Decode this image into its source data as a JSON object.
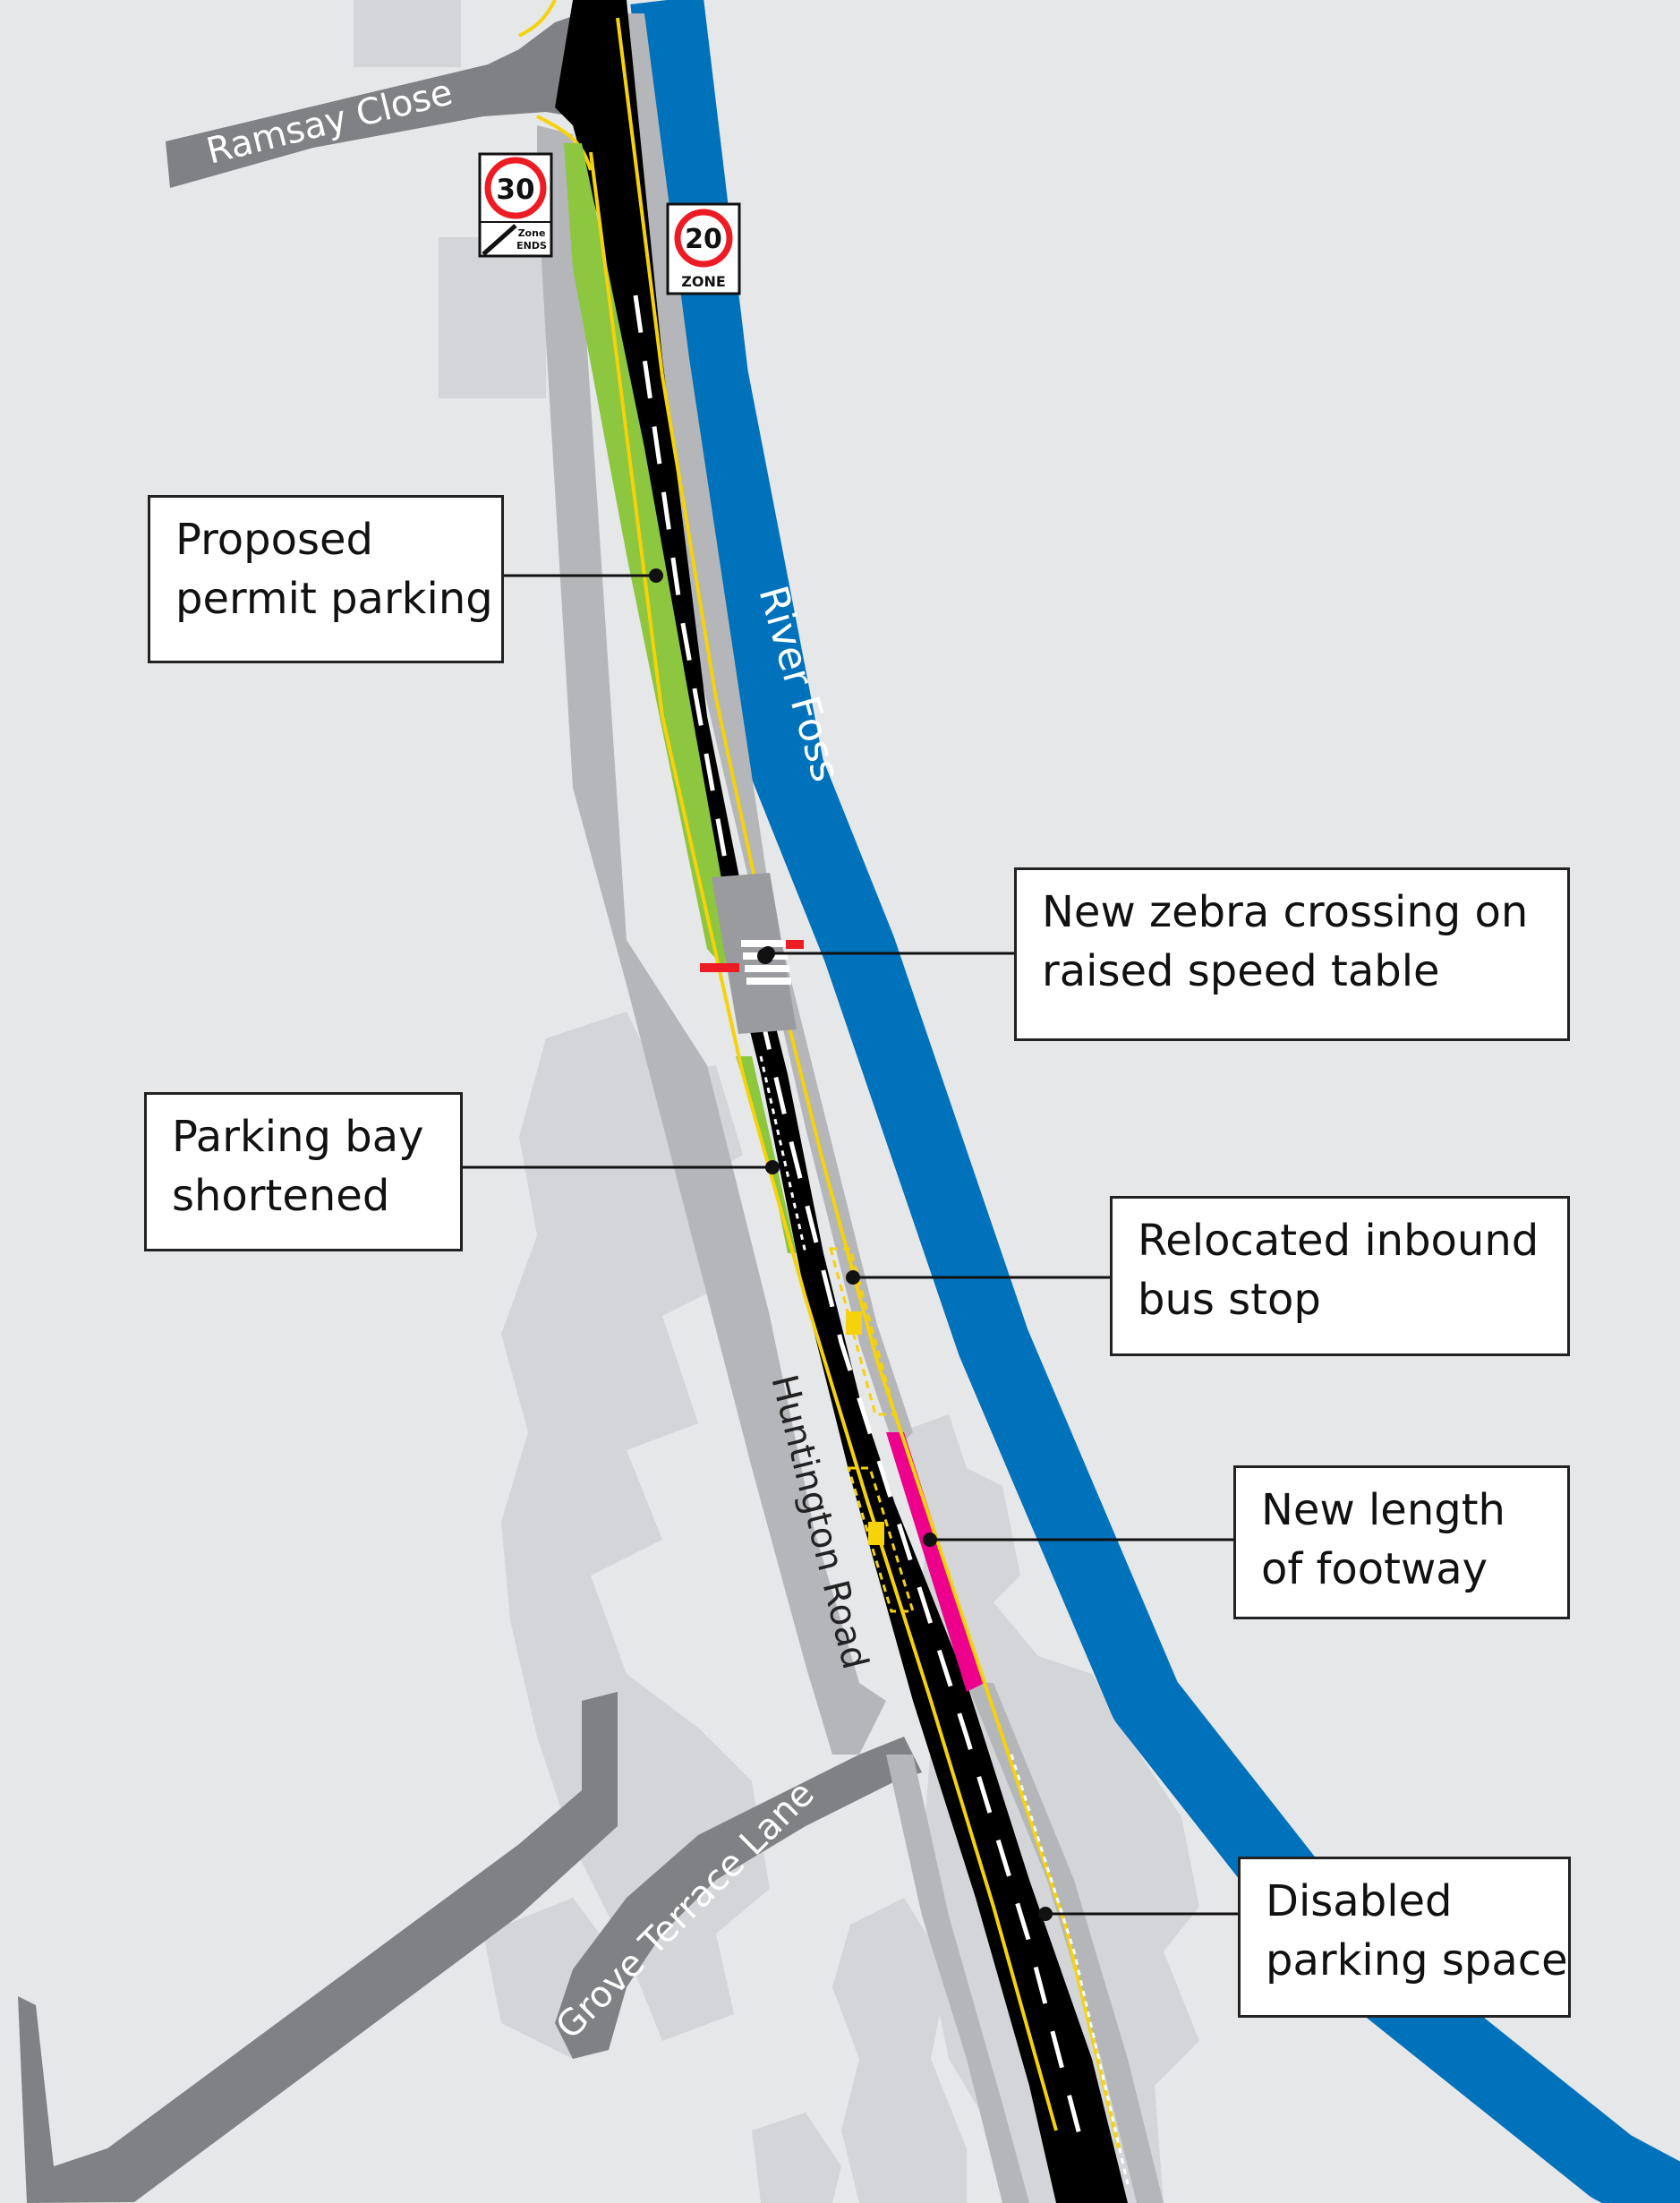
{
  "map": {
    "colors": {
      "background": "#e6e7e9",
      "building": "#d4d5d8",
      "road": "#808184",
      "footway": "#b5b6b9",
      "river": "#0072bc",
      "permit_parking": "#8dc63f",
      "new_footway": "#ec008c",
      "kerb_marking": "#ed1c24",
      "yellow_line": "#f5d20a"
    },
    "streets": [
      {
        "name": "Ramsay Close"
      },
      {
        "name": "Huntington Road"
      },
      {
        "name": "Grove Terrace Lane"
      }
    ],
    "river": {
      "name": "River Foss"
    },
    "signs": {
      "speed_30": {
        "value": "30",
        "caption_line1": "Zone",
        "caption_line2": "ENDS"
      },
      "speed_20": {
        "value": "20",
        "caption": "ZONE"
      }
    }
  },
  "callouts": [
    {
      "id": "permit-parking",
      "lines": [
        "Proposed",
        "permit parking"
      ]
    },
    {
      "id": "zebra-crossing",
      "lines": [
        "New zebra crossing on",
        "raised speed table"
      ]
    },
    {
      "id": "parking-bay",
      "lines": [
        "Parking bay",
        "shortened"
      ]
    },
    {
      "id": "bus-stop",
      "lines": [
        "Relocated inbound",
        "bus stop"
      ]
    },
    {
      "id": "footway",
      "lines": [
        "New length",
        "of footway"
      ]
    },
    {
      "id": "disabled-parking",
      "lines": [
        "Disabled",
        "parking space"
      ]
    }
  ]
}
